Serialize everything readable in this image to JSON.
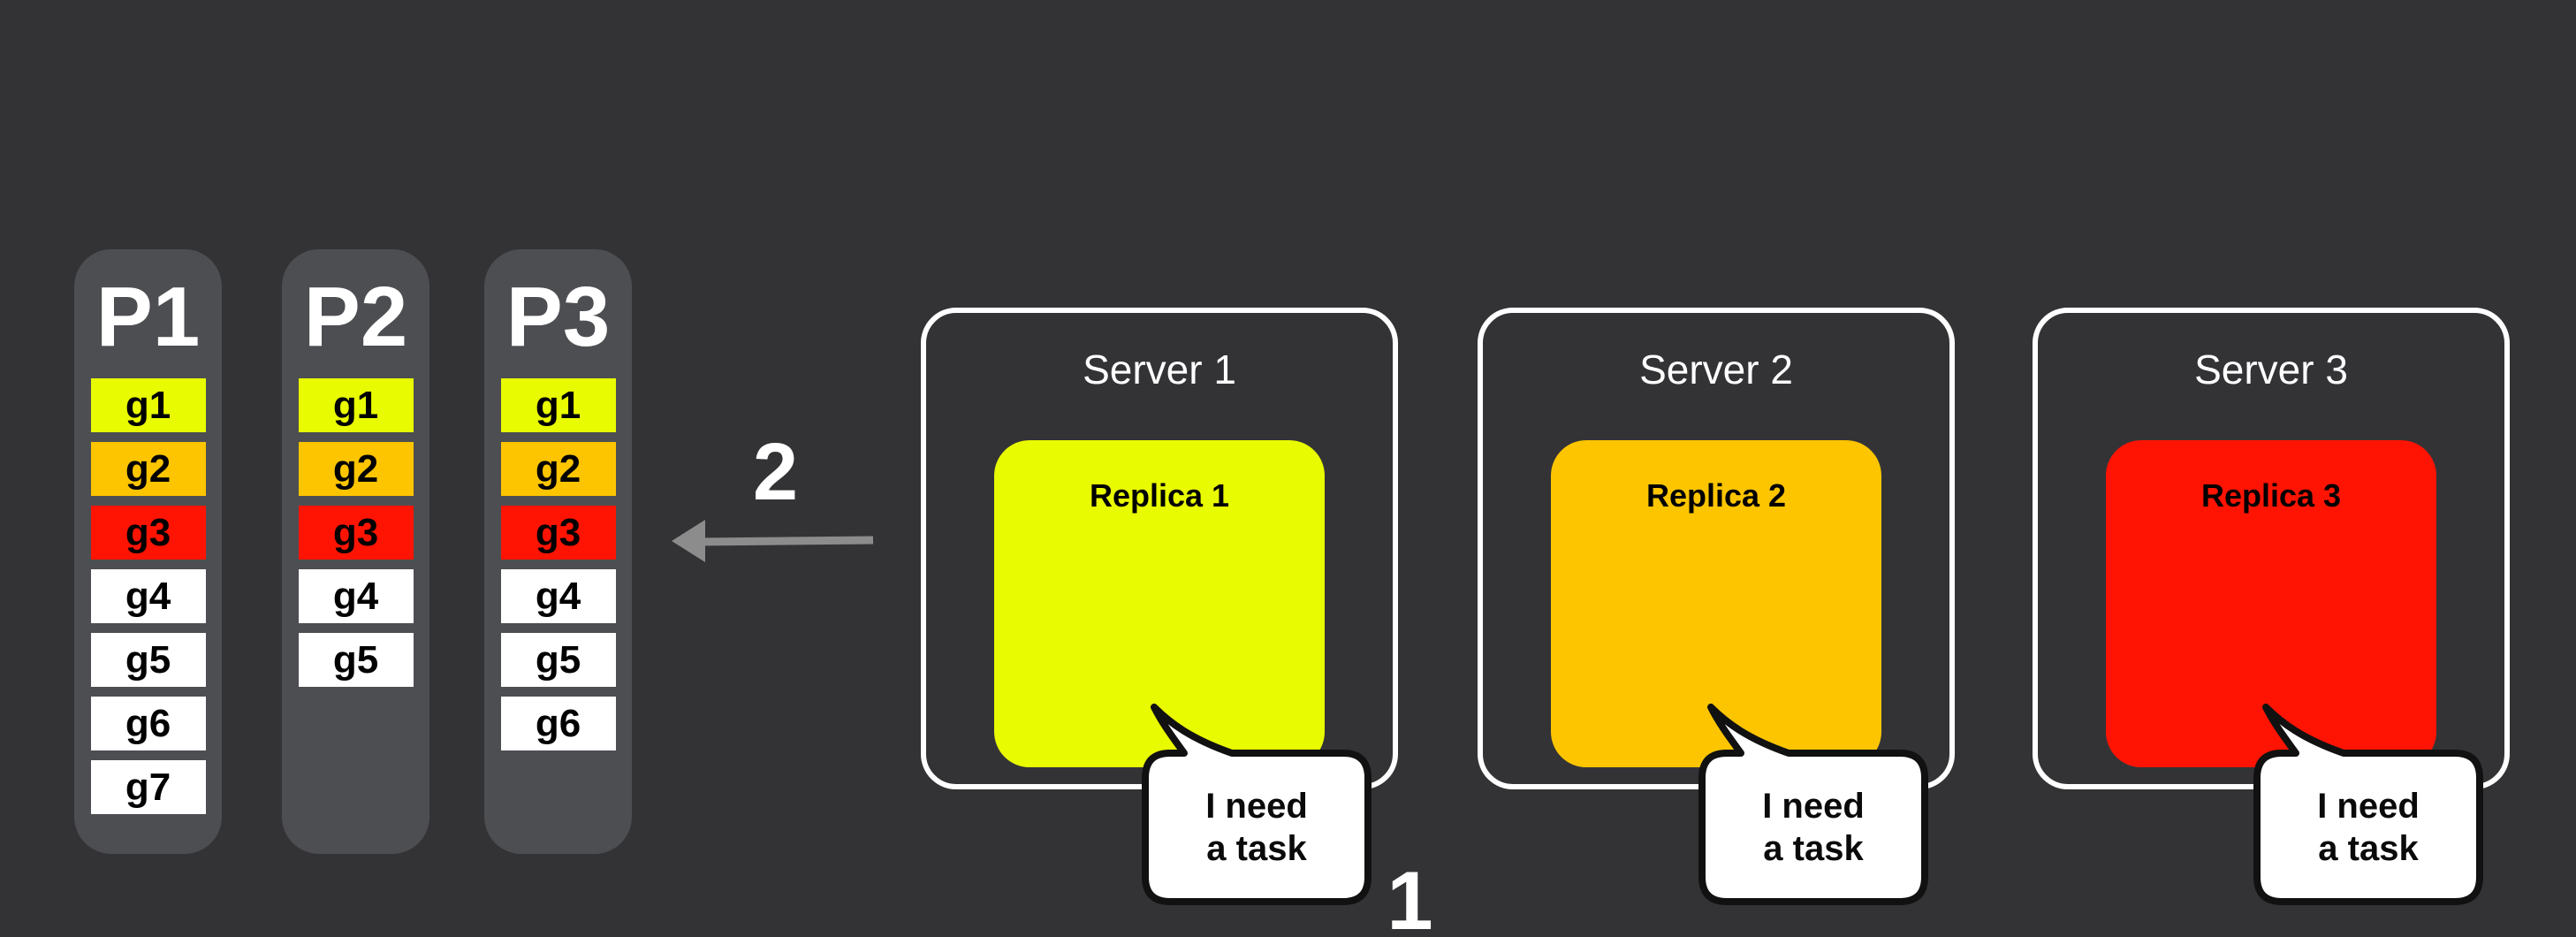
{
  "palette": {
    "background": "#333336",
    "partition_bg": "#4D4E52",
    "task_yellow": "#E9FB00",
    "task_orange": "#FDC500",
    "task_red": "#FF1403",
    "task_white": "#FFFFFF",
    "server_border": "#FFFFFF",
    "bubble_fill": "#FFFFFF",
    "bubble_outline": "#111111",
    "arrow_gray": "#8C8C8C",
    "text_light": "#FFFFFF",
    "text_dark": "#000000"
  },
  "partitions": [
    {
      "label": "P1",
      "tasks": [
        {
          "label": "g1",
          "color": "#E9FB00"
        },
        {
          "label": "g2",
          "color": "#FDC500"
        },
        {
          "label": "g3",
          "color": "#FF1403"
        },
        {
          "label": "g4",
          "color": "#FFFFFF"
        },
        {
          "label": "g5",
          "color": "#FFFFFF"
        },
        {
          "label": "g6",
          "color": "#FFFFFF"
        },
        {
          "label": "g7",
          "color": "#FFFFFF"
        }
      ]
    },
    {
      "label": "P2",
      "tasks": [
        {
          "label": "g1",
          "color": "#E9FB00"
        },
        {
          "label": "g2",
          "color": "#FDC500"
        },
        {
          "label": "g3",
          "color": "#FF1403"
        },
        {
          "label": "g4",
          "color": "#FFFFFF"
        },
        {
          "label": "g5",
          "color": "#FFFFFF"
        }
      ]
    },
    {
      "label": "P3",
      "tasks": [
        {
          "label": "g1",
          "color": "#E9FB00"
        },
        {
          "label": "g2",
          "color": "#FDC500"
        },
        {
          "label": "g3",
          "color": "#FF1403"
        },
        {
          "label": "g4",
          "color": "#FFFFFF"
        },
        {
          "label": "g5",
          "color": "#FFFFFF"
        },
        {
          "label": "g6",
          "color": "#FFFFFF"
        }
      ]
    }
  ],
  "servers": [
    {
      "title": "Server 1",
      "replica": {
        "label": "Replica 1",
        "color": "#E9FB00"
      },
      "bubble": {
        "line1": "I need",
        "line2": "a task"
      }
    },
    {
      "title": "Server 2",
      "replica": {
        "label": "Replica 2",
        "color": "#FDC500"
      },
      "bubble": {
        "line1": "I need",
        "line2": "a task"
      }
    },
    {
      "title": "Server 3",
      "replica": {
        "label": "Replica 3",
        "color": "#FF1403"
      },
      "bubble": {
        "line1": "I need",
        "line2": "a task"
      }
    }
  ],
  "annotations": {
    "step_request_label": "1",
    "step_assign_label": "2"
  }
}
